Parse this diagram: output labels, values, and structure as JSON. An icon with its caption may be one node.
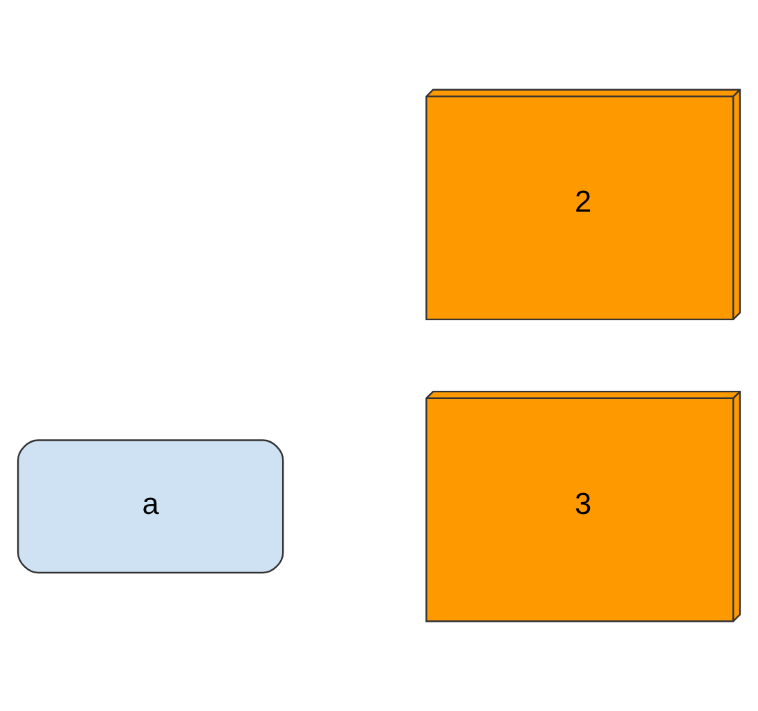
{
  "diagram": {
    "nodes": [
      {
        "text": [
          "2"
        ]
      },
      {
        "text": [
          "a"
        ]
      },
      {
        "text": [
          "3"
        ]
      }
    ]
  }
}
